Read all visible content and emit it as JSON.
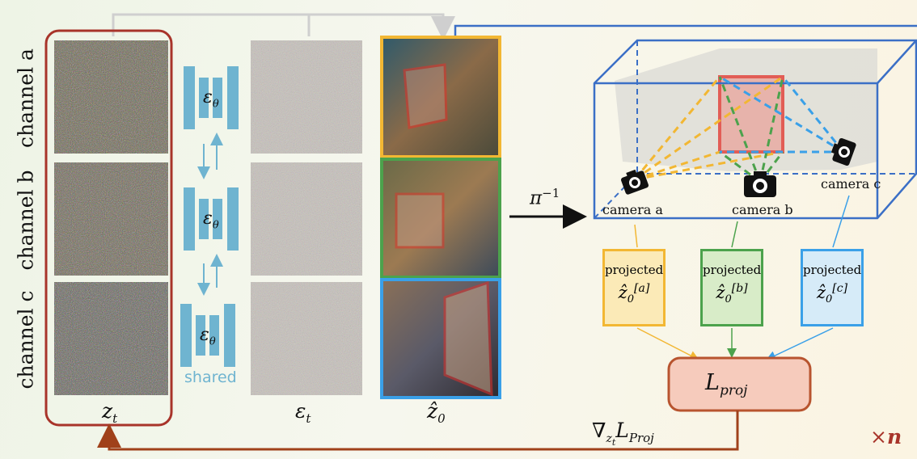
{
  "channels": {
    "a": "channel a",
    "b": "channel b",
    "c": "channel c"
  },
  "labels": {
    "zt": "z",
    "zt_sub": "t",
    "eps_net": "ε",
    "eps_net_sub": "θ",
    "shared": "shared",
    "eps_t": "ε",
    "eps_t_sub": "t",
    "z0hat": "ẑ",
    "z0hat_sub": "0",
    "pi_inv": "π",
    "pi_inv_sup": "−1",
    "times_n": "×",
    "times_n_var": "n",
    "grad": "∇",
    "grad_sub": "z",
    "grad_subsub": "t",
    "grad_L": "L",
    "grad_L_sub": "Proj",
    "loss": "L",
    "loss_sub": "proj"
  },
  "cameras": {
    "a": "camera a",
    "b": "camera b",
    "c": "camera c"
  },
  "projected": [
    {
      "title": "projected",
      "var": "ẑ",
      "sub": "0",
      "sup": "[a]"
    },
    {
      "title": "projected",
      "var": "ẑ",
      "sub": "0",
      "sup": "[b]"
    },
    {
      "title": "projected",
      "var": "ẑ",
      "sub": "0",
      "sup": "[c]"
    }
  ],
  "colors": {
    "channel_a": "#f2b733",
    "channel_b": "#4ca24c",
    "channel_c": "#3aa0e8",
    "dark_red": "#a8342a",
    "blue_box": "#3b6fc6",
    "unet": "#6fb4d0",
    "loss_fill": "#f6cbbc",
    "loss_border": "#b8542f",
    "grad_arrow": "#a0411a",
    "highlight_red": "#e3312a"
  }
}
